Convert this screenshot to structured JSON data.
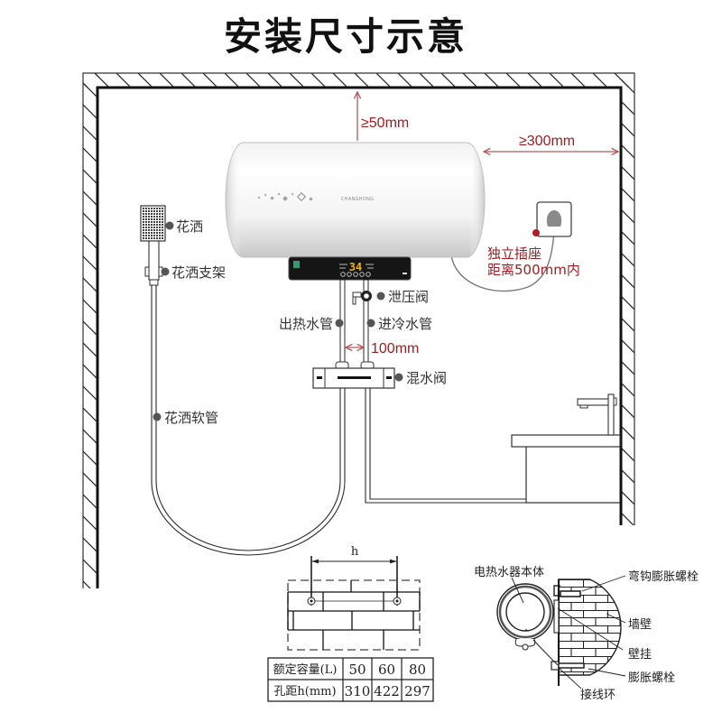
{
  "title": "安装尺寸示意",
  "clearances": {
    "top": "≥50mm",
    "side": "≥300mm",
    "pipe_spacing": "100mm"
  },
  "heater": {
    "brand_logo": "CHANGHONG",
    "display_value": "34"
  },
  "socket_note": {
    "line1": "独立插座",
    "line2": "距离500mm内"
  },
  "labels": {
    "shower_head": "花洒",
    "shower_bracket": "花洒支架",
    "relief_valve": "泄压阀",
    "hot_outlet_pipe": "出热水管",
    "cold_inlet_pipe": "进冷水管",
    "mixing_valve": "混水阀",
    "shower_hose": "花洒软管"
  },
  "hole_diagram": {
    "dimension_label": "h"
  },
  "spec_table": {
    "rows": [
      {
        "label": "额定容量(L)",
        "values": [
          "50",
          "60",
          "80"
        ]
      },
      {
        "label": "孔距h(mm)",
        "values": [
          "310",
          "422",
          "297"
        ]
      }
    ]
  },
  "mount_diagram": {
    "heater_body": "电热水器本体",
    "hook_bolt": "弯钩膨胀螺栓",
    "wall": "墙壁",
    "bracket": "壁挂",
    "expansion_bolt": "膨胀螺栓",
    "wiring_ring": "接线环"
  },
  "colors": {
    "accent_red": "#a01d22",
    "dimension_arrow": "#b35b5b",
    "leader_dot": "#555555",
    "display_digits": "#f0b400"
  }
}
